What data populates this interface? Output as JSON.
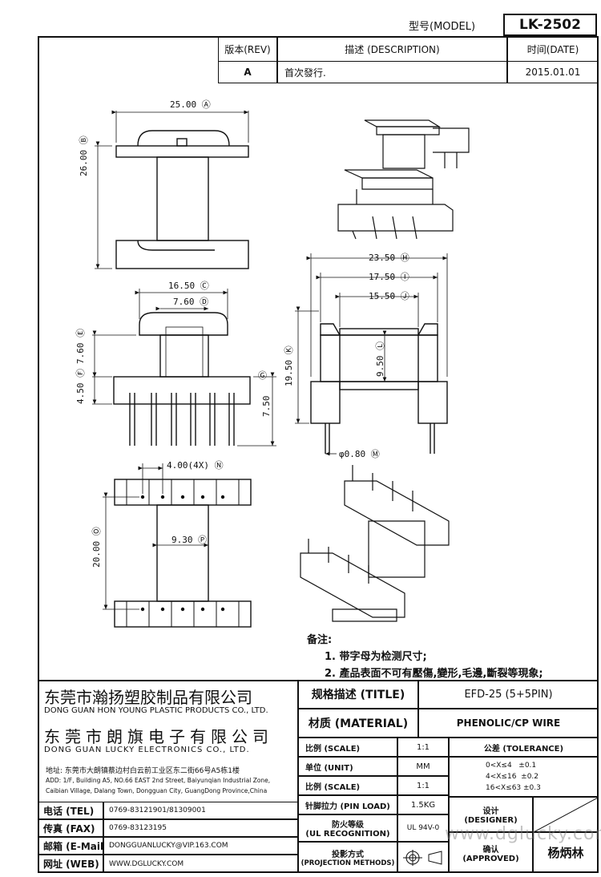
{
  "header": {
    "model_label": "型号(MODEL)",
    "model_value": "LK-2502"
  },
  "revision": {
    "rev_header": "版本(REV)",
    "desc_header": "描述 (DESCRIPTION)",
    "date_header": "时间(DATE)",
    "rev_value": "A",
    "desc_value": "首次發行.",
    "date_value": "2015.01.01"
  },
  "dimensions": {
    "A": "25.00",
    "B": "26.00",
    "C": "16.50",
    "D": "7.60",
    "E": "7.60",
    "F": "4.50",
    "G": "7.50",
    "H": "23.50",
    "I": "17.50",
    "J": "15.50",
    "K": "19.50",
    "L": "9.50",
    "M": "φ0.80",
    "N": "4.00(4X)",
    "O": "20.00",
    "P": "9.30"
  },
  "notes": {
    "title": "备注:",
    "items": [
      "1. 带字母为检测尺寸;",
      "2. 產品表面不可有壓傷,變形,毛邊,斷裂等現象;"
    ]
  },
  "company": {
    "name1_cn": "东莞市瀚扬塑胶制品有限公司",
    "name1_en": "DONG GUAN HON YOUNG PLASTIC PRODUCTS CO., LTD.",
    "name2_cn": "东莞市朗旗电子有限公司",
    "name2_en": "DONG GUAN LUCKY ELECTRONICS CO., LTD.",
    "address_cn": "地址: 东莞市大朗镇蔡边村白云前工业区东二街66号A5栋1楼",
    "address_en1": "ADD: 1/F, Building A5, NO.66 EAST 2nd Street, Baiyunqian Industrial Zone,",
    "address_en2": "Caibian Village, Dalang Town, Dongguan City, GuangDong Province,China"
  },
  "contacts": [
    {
      "label": "电话 (TEL)",
      "value": "0769-83121901/81309001"
    },
    {
      "label": "传真 (FAX)",
      "value": "0769-83123195"
    },
    {
      "label": "邮箱 (E-Mail)",
      "value": "DONGGUANLUCKY@VIP.163.COM"
    },
    {
      "label": "网址 (WEB)",
      "value": "WWW.DGLUCKY.COM"
    }
  ],
  "title_block": {
    "title_label": "规格描述 (TITLE)",
    "title_value": "EFD-25 (5+5PIN)",
    "material_label": "材质 (MATERIAL)",
    "material_value": "PHENOLIC/CP WIRE",
    "scale_label": "比例 (SCALE)",
    "scale_value": "1:1",
    "unit_label": "单位 (UNIT)",
    "unit_value": "MM",
    "scale2_label": "比例 (SCALE)",
    "scale2_value": "1:1",
    "pin_load_label": "针脚拉力 (PIN LOAD)",
    "pin_load_value": "1.5KG",
    "ul_label1": "防火等级",
    "ul_label2": "(UL RECOGNITION)",
    "ul_value": "UL 94V-0",
    "proj_label1": "投影方式",
    "proj_label2": "(PROJECTION METHODS)",
    "tolerance_label": "公差 (TOLERANCE)",
    "tolerances": [
      "0<X≤4   ±0.1",
      "4<X≤16  ±0.2",
      "16<X≤63 ±0.3"
    ],
    "designer_label1": "设计",
    "designer_label2": "(DESIGNER)",
    "approved_label1": "确认",
    "approved_label2": "(APPROVED)",
    "approver_name": "杨炳林"
  },
  "watermark": "www.dglucky.com"
}
